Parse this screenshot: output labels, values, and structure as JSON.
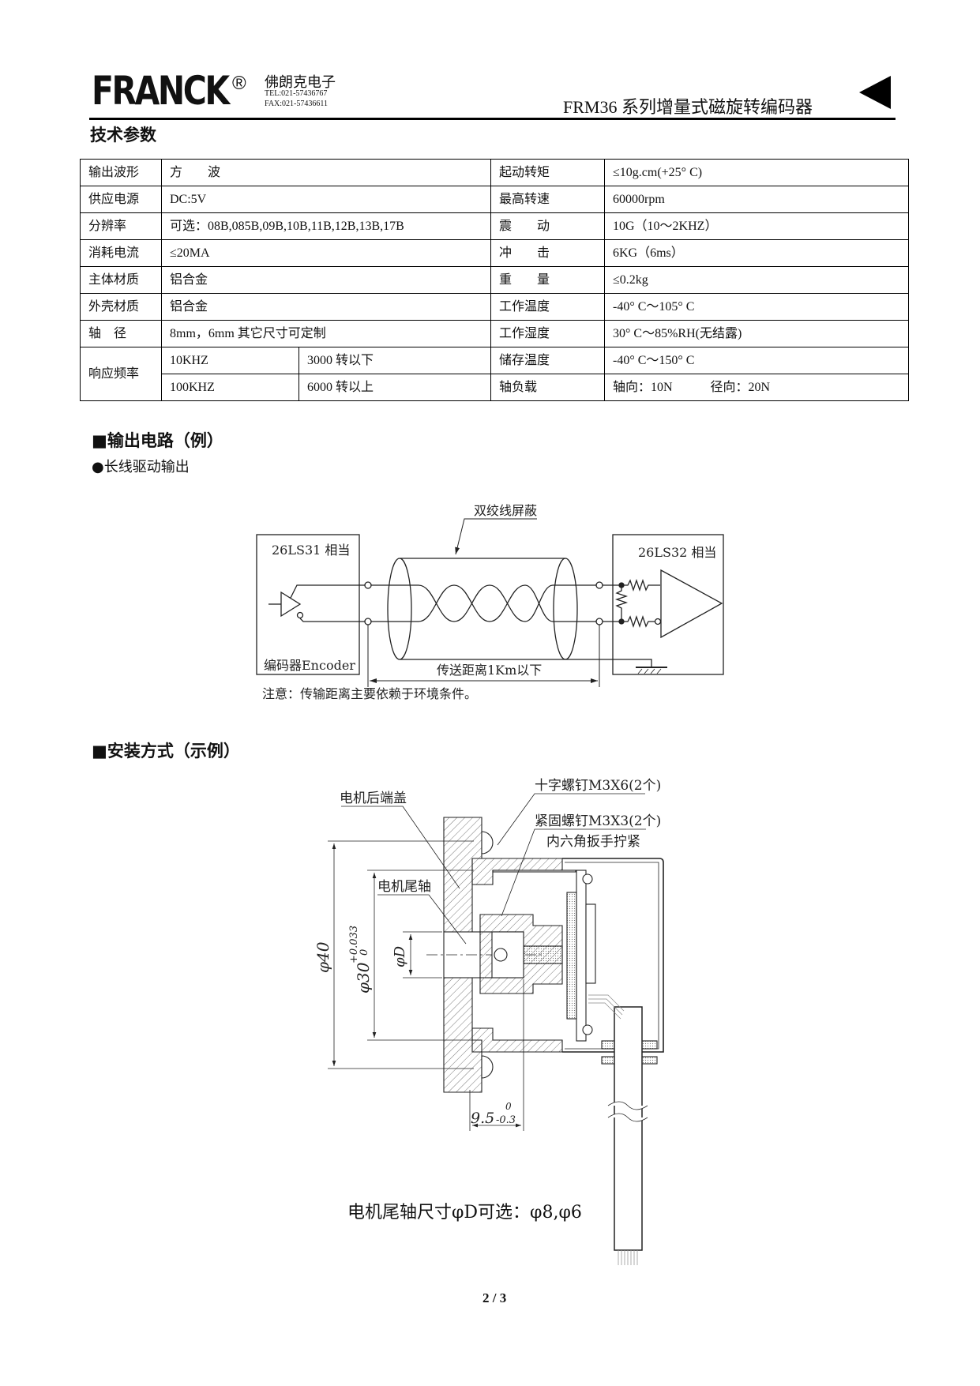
{
  "header": {
    "logo": "FRANCK",
    "logo_mark": "®",
    "company_cn": "佛朗克电子",
    "tel": "TEL:021-57436767",
    "fax": "FAX:021-57436611",
    "title": "FRM36 系列增量式磁旋转编码器"
  },
  "spec": {
    "heading": "技术参数",
    "rows": [
      {
        "l_label": "输出波形",
        "l_value": "方　　波",
        "r_label": "起动转矩",
        "r_value": "≤10g.cm(+25° C)"
      },
      {
        "l_label": "供应电源",
        "l_value": "DC:5V",
        "r_label": "最高转速",
        "r_value": "60000rpm"
      },
      {
        "l_label": "分辨率",
        "l_value": "可选：08B,085B,09B,10B,11B,12B,13B,17B",
        "r_label": "震　　动",
        "r_value": "10G（10～2KHZ）"
      },
      {
        "l_label": "消耗电流",
        "l_value": "≤20MA",
        "r_label": "冲　　击",
        "r_value": "6KG（6ms）"
      },
      {
        "l_label": "主体材质",
        "l_value": "铝合金",
        "r_label": "重　　量",
        "r_value": "≤0.2kg"
      },
      {
        "l_label": "外壳材质",
        "l_value": "铝合金",
        "r_label": "工作温度",
        "r_value": "-40° C～105° C"
      },
      {
        "l_label": "轴　径",
        "l_value": "8mm，6mm 其它尺寸可定制",
        "r_label": "工作湿度",
        "r_value": "30° C～85%RH(无结露)"
      }
    ],
    "response": {
      "label": "响应频率",
      "rows": [
        {
          "freq": "10KHZ",
          "speed": "3000 转以下",
          "r_label": "储存温度",
          "r_value": "-40° C～150° C"
        },
        {
          "freq": "100KHZ",
          "speed": "6000 转以上",
          "r_label": "轴负载",
          "r_value": "轴向：10N　　　径向：20N"
        }
      ]
    }
  },
  "circuit": {
    "heading": "■输出电路（例）",
    "subheading": "●长线驱动输出",
    "cable_label": "双绞线屏蔽",
    "driver_label": "26LS31 相当",
    "encoder_label": "编码器Encoder",
    "receiver_label": "26LS32 相当",
    "distance_label": "传送距离1Km以下",
    "note": "注意：传输距离主要依赖于环境条件。"
  },
  "install": {
    "heading": "■安装方式（示例）",
    "labels": {
      "rear_cover": "电机后端盖",
      "cross_screw": "十字螺钉M3X6(2个)",
      "set_screw": "紧固螺钉M3X3(2个)",
      "hex_key": "内六角扳手拧紧",
      "motor_shaft": "电机尾轴"
    },
    "dims": {
      "d40": "φ40",
      "d30": "φ30",
      "d30_tol_upper": "+0.033",
      "d30_tol_lower": "0",
      "dD": "φD",
      "len": "9.5",
      "len_tol_upper": "0",
      "len_tol_lower": "-0.3"
    },
    "note": "电机尾轴尺寸φD可选：φ8,φ6"
  },
  "footer": {
    "page": "2 / 3"
  }
}
